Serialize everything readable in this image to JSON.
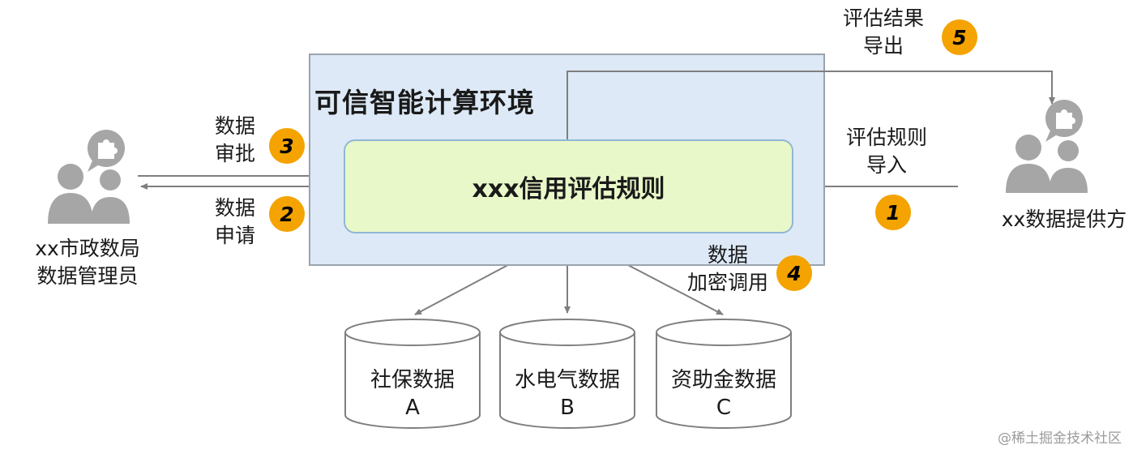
{
  "environment": {
    "title": "可信智能计算环境"
  },
  "rule_box": {
    "label": "xxx信用评估规则"
  },
  "actors": {
    "admin": {
      "label_line1": "xx市政数局",
      "label_line2": "数据管理员"
    },
    "provider": {
      "label": "xx数据提供方"
    }
  },
  "steps": [
    {
      "number": "1",
      "line1": "评估规则",
      "line2": "导入"
    },
    {
      "number": "2",
      "line1": "数据",
      "line2": "申请"
    },
    {
      "number": "3",
      "line1": "数据",
      "line2": "审批"
    },
    {
      "number": "4",
      "line1": "数据",
      "line2": "加密调用"
    },
    {
      "number": "5",
      "line1": "评估结果",
      "line2": "导出"
    }
  ],
  "databases": [
    {
      "name": "社保数据",
      "letter": "A"
    },
    {
      "name": "水电气数据",
      "letter": "B"
    },
    {
      "name": "资助金数据",
      "letter": "C"
    }
  ],
  "watermark": "@稀土掘金技术社区",
  "colors": {
    "env_fill": "#dde9f6",
    "rule_fill": "#e9f8c9",
    "badge": "#f4a300",
    "person_icon": "#a6a6a6",
    "arrow": "#7f7f7f"
  },
  "icons": [
    "person-group-icon",
    "puzzle-speech-icon",
    "database-cylinder-icon"
  ]
}
